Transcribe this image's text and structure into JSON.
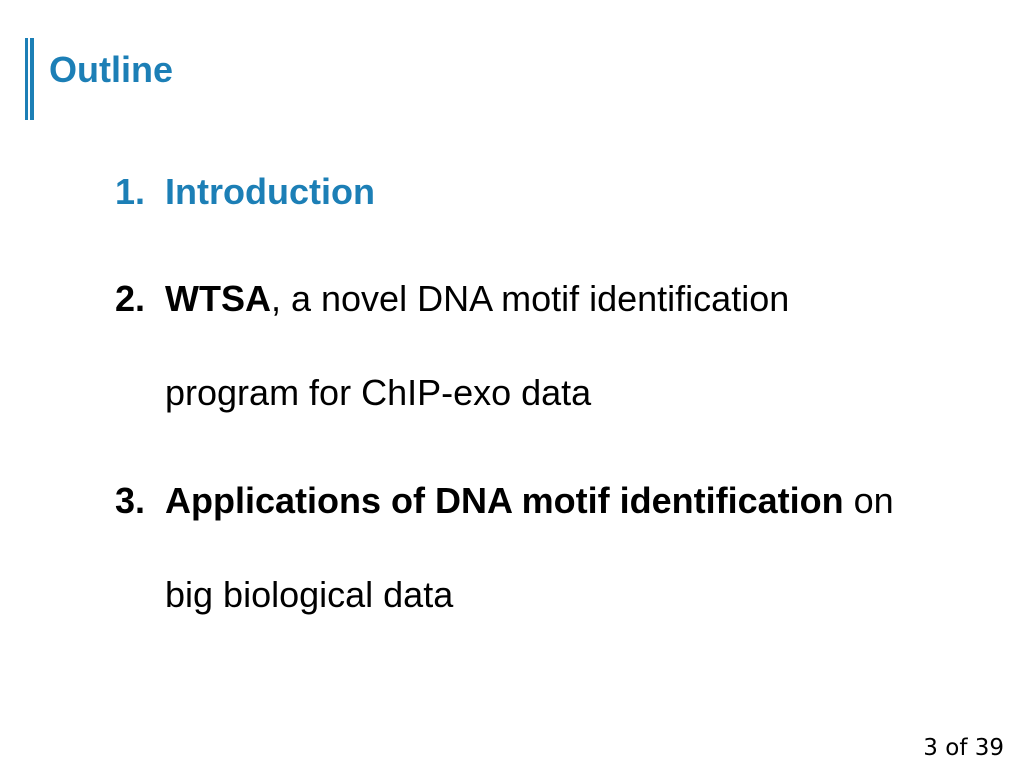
{
  "slide": {
    "title": "Outline",
    "page_number": "3 of 39",
    "accent_color": "#1c7fb6",
    "items": [
      {
        "number": "1.",
        "line1_bold": "Introduction",
        "line1_rest": "",
        "line2": ""
      },
      {
        "number": "2.",
        "line1_bold": "WTSA",
        "line1_rest": ", a novel DNA motif identification",
        "line2": "program for ChIP-exo data"
      },
      {
        "number": "3.",
        "line1_bold": "Applications of DNA motif identification",
        "line1_rest": " on",
        "line2": "big biological data"
      }
    ]
  }
}
